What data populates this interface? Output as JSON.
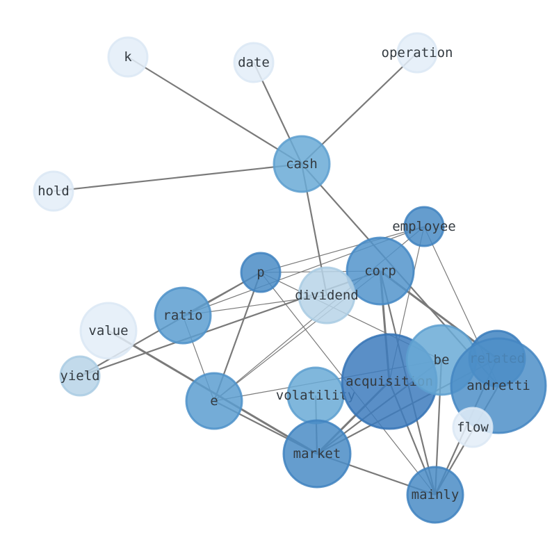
{
  "graph": {
    "type": "word-network",
    "nodes": [
      {
        "id": "k",
        "label": "k",
        "color": "#e3edf8",
        "stroke": "#dbe7f4",
        "opacity": 0.85
      },
      {
        "id": "date",
        "label": "date",
        "color": "#e3edf8",
        "stroke": "#dbe7f4",
        "opacity": 0.85
      },
      {
        "id": "operation",
        "label": "operation",
        "color": "#e3edf8",
        "stroke": "#dbe7f4",
        "opacity": 0.85
      },
      {
        "id": "hold",
        "label": "hold",
        "color": "#e3edf8",
        "stroke": "#dbe7f4",
        "opacity": 0.85
      },
      {
        "id": "cash",
        "label": "cash",
        "color": "#6aaad6",
        "stroke": "#5d9fcf",
        "opacity": 0.85
      },
      {
        "id": "employee",
        "label": "employee",
        "color": "#4a8cc6",
        "stroke": "#3f82c0",
        "opacity": 0.85
      },
      {
        "id": "p",
        "label": "p",
        "color": "#4a8cc6",
        "stroke": "#3f82c0",
        "opacity": 0.85
      },
      {
        "id": "corp",
        "label": "corp",
        "color": "#5294cb",
        "stroke": "#4488c4",
        "opacity": 0.85
      },
      {
        "id": "dividend",
        "label": "dividend",
        "color": "#b7d4e8",
        "stroke": "#a9cbe3",
        "opacity": 0.85
      },
      {
        "id": "ratio",
        "label": "ratio",
        "color": "#5c9dd0",
        "stroke": "#4f92c9",
        "opacity": 0.85
      },
      {
        "id": "value",
        "label": "value",
        "color": "#e3edf8",
        "stroke": "#dbe7f4",
        "opacity": 0.85
      },
      {
        "id": "yield",
        "label": "yield",
        "color": "#b7d4e8",
        "stroke": "#a9cbe3",
        "opacity": 0.85
      },
      {
        "id": "e",
        "label": "e",
        "color": "#5c9dd0",
        "stroke": "#4f92c9",
        "opacity": 0.85
      },
      {
        "id": "volatility",
        "label": "volatility",
        "color": "#6aaad6",
        "stroke": "#5d9fcf",
        "opacity": 0.85
      },
      {
        "id": "acquisition",
        "label": "acquisition",
        "color": "#3d7bbd",
        "stroke": "#3573b5",
        "opacity": 0.85
      },
      {
        "id": "be",
        "label": "be",
        "color": "#6aaad6",
        "stroke": "#5d9fcf",
        "opacity": 0.85
      },
      {
        "id": "related",
        "label": "related",
        "color": "#3f84c2",
        "stroke": "#3a7cbc",
        "opacity": 0.85
      },
      {
        "id": "andretti",
        "label": "andretti",
        "color": "#4d8fc8",
        "stroke": "#4486c2",
        "opacity": 0.85
      },
      {
        "id": "flow",
        "label": "flow",
        "color": "#e3edf8",
        "stroke": "#dbe7f4",
        "opacity": 0.85
      },
      {
        "id": "market",
        "label": "market",
        "color": "#4a8cc6",
        "stroke": "#3f82c0",
        "opacity": 0.85
      },
      {
        "id": "mainly",
        "label": "mainly",
        "color": "#4a8cc6",
        "stroke": "#3f82c0",
        "opacity": 0.85
      }
    ],
    "edges": [
      {
        "source": "k",
        "target": "cash",
        "weight": 2.2
      },
      {
        "source": "date",
        "target": "cash",
        "weight": 2.2
      },
      {
        "source": "operation",
        "target": "cash",
        "weight": 2.2
      },
      {
        "source": "hold",
        "target": "cash",
        "weight": 2.2
      },
      {
        "source": "cash",
        "target": "dividend",
        "weight": 2.2
      },
      {
        "source": "cash",
        "target": "andretti",
        "weight": 2.2
      },
      {
        "source": "employee",
        "target": "p",
        "weight": 1.2
      },
      {
        "source": "employee",
        "target": "ratio",
        "weight": 1.2
      },
      {
        "source": "employee",
        "target": "e",
        "weight": 1.2
      },
      {
        "source": "employee",
        "target": "andretti",
        "weight": 1.2
      },
      {
        "source": "employee",
        "target": "acquisition",
        "weight": 1.2
      },
      {
        "source": "corp",
        "target": "p",
        "weight": 1.2
      },
      {
        "source": "corp",
        "target": "yield",
        "weight": 2.2
      },
      {
        "source": "corp",
        "target": "e",
        "weight": 1.2
      },
      {
        "source": "corp",
        "target": "acquisition",
        "weight": 3.0
      },
      {
        "source": "corp",
        "target": "related",
        "weight": 3.0
      },
      {
        "source": "corp",
        "target": "mainly",
        "weight": 2.2
      },
      {
        "source": "p",
        "target": "ratio",
        "weight": 1.2
      },
      {
        "source": "p",
        "target": "e",
        "weight": 2.2
      },
      {
        "source": "p",
        "target": "be",
        "weight": 1.2
      },
      {
        "source": "p",
        "target": "mainly",
        "weight": 1.2
      },
      {
        "source": "ratio",
        "target": "e",
        "weight": 1.2
      },
      {
        "source": "ratio",
        "target": "dividend",
        "weight": 1.2
      },
      {
        "source": "yield",
        "target": "p",
        "weight": 2.2
      },
      {
        "source": "value",
        "target": "market",
        "weight": 3.0
      },
      {
        "source": "e",
        "target": "be",
        "weight": 1.2
      },
      {
        "source": "e",
        "target": "market",
        "weight": 2.2
      },
      {
        "source": "volatility",
        "target": "market",
        "weight": 2.2
      },
      {
        "source": "acquisition",
        "target": "market",
        "weight": 3.0
      },
      {
        "source": "acquisition",
        "target": "mainly",
        "weight": 2.2
      },
      {
        "source": "be",
        "target": "market",
        "weight": 2.2
      },
      {
        "source": "be",
        "target": "mainly",
        "weight": 2.2
      },
      {
        "source": "related",
        "target": "market",
        "weight": 2.2
      },
      {
        "source": "related",
        "target": "mainly",
        "weight": 2.2
      },
      {
        "source": "andretti",
        "target": "mainly",
        "weight": 2.2
      },
      {
        "source": "market",
        "target": "mainly",
        "weight": 2.2
      }
    ]
  }
}
